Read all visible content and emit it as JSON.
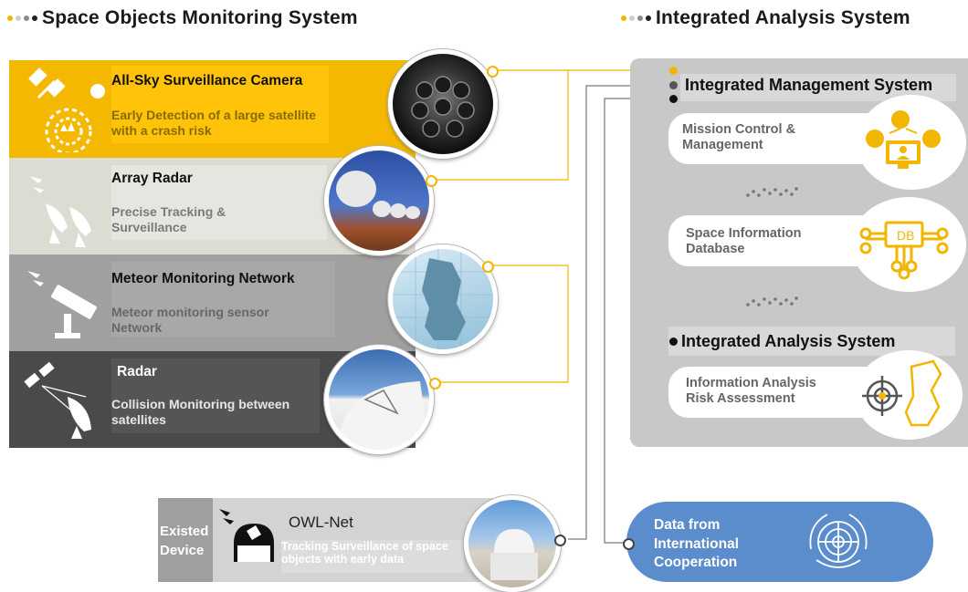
{
  "left_header": {
    "title": "Space Objects Monitoring System"
  },
  "right_header": {
    "title": "Integrated Analysis System"
  },
  "bands": [
    {
      "title": "All-Sky Surveillance Camera",
      "desc": "Early Detection of a large satellite with a crash risk",
      "color": "#f5b800",
      "box_color": "#ffc40a"
    },
    {
      "title": "Array Radar",
      "desc": "Precise Tracking & Surveillance",
      "color": "#dcdcd2",
      "box_color": "#e6e6e0"
    },
    {
      "title": "Meteor Monitoring Network",
      "desc": "Meteor monitoring sensor Network",
      "color": "#a0a0a0",
      "box_color": "#a8a8a8"
    },
    {
      "title": "Radar",
      "desc": "Collision Monitoring between satellites",
      "color": "#4a4a4a",
      "box_color": "#555555"
    }
  ],
  "owl": {
    "existed": "Existed Device",
    "title": "OWL-Net",
    "desc": "Tracking Surveillance of space objects with early data"
  },
  "panel": {
    "mgmt_title": "Integrated Management System",
    "item1": "Mission Control & Management",
    "item2": "Space Information Database",
    "analysis_title": "Integrated Analysis System",
    "item3": "Information Analysis Risk Assessment",
    "db_label": "DB"
  },
  "intl": {
    "text": "Data from International Cooperation"
  },
  "colors": {
    "accent": "#f2b500",
    "dark": "#444444",
    "blue": "#5b8ccc"
  }
}
